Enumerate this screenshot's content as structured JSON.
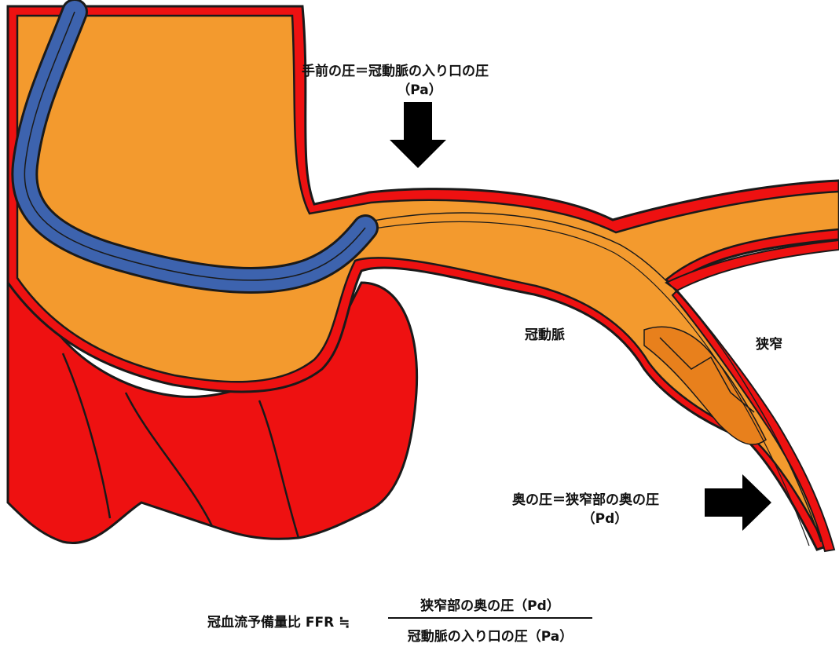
{
  "labels": {
    "proximal_line1": "手前の圧＝冠動脈の入り口の圧",
    "proximal_line2": "（Pa）",
    "coronary_artery": "冠動脈",
    "stenosis": "狭窄",
    "distal_line1": "奥の圧＝狭窄部の奥の圧",
    "distal_line2": "（Pd）"
  },
  "formula": {
    "lhs": "冠血流予備量比 FFR ≒",
    "numerator": "狭窄部の奥の圧（Pd）",
    "denominator": "冠動脈の入り口の圧（Pa）"
  },
  "colors": {
    "tissue_orange": "#F39A2E",
    "stenosis_orange": "#E8801C",
    "vessel_red": "#EE1111",
    "catheter_blue": "#3D63AE",
    "outline": "#1a1a1a",
    "arrow": "#000000"
  }
}
